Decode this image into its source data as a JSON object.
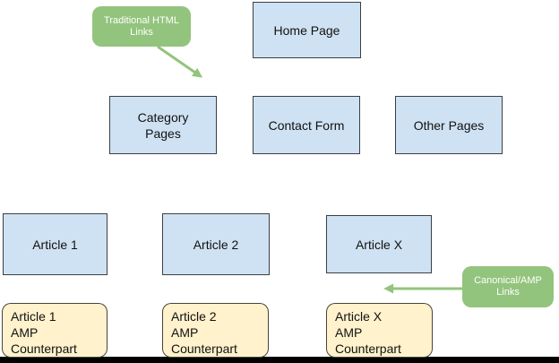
{
  "nodes": {
    "home": {
      "label": "Home Page"
    },
    "category": {
      "lines": [
        "Category",
        "Pages"
      ]
    },
    "contact": {
      "label": "Contact Form"
    },
    "other": {
      "label": "Other Pages"
    },
    "article1": {
      "label": "Article 1"
    },
    "article2": {
      "label": "Article 2"
    },
    "articleX": {
      "label": "Article X"
    },
    "amp1": {
      "lines": [
        "Article 1",
        "AMP",
        "Counterpart"
      ]
    },
    "amp2": {
      "lines": [
        "Article 2",
        "AMP",
        "Counterpart"
      ]
    },
    "ampX": {
      "lines": [
        "Article X",
        "AMP",
        "Counterpart"
      ]
    }
  },
  "annotations": {
    "traditional_html_links": {
      "lines": [
        "Traditional HTML",
        "Links"
      ]
    },
    "canonical_amp_links": {
      "lines": [
        "Canonical/AMP",
        "Links"
      ]
    }
  },
  "colors": {
    "background": "#ffffff",
    "page_box_fill": "#cfe2f3",
    "amp_box_fill": "#fff2cc",
    "box_border": "#000000",
    "annotation_fill": "#93c47d",
    "annotation_text": "#ffffff",
    "arrow": "#93c47d",
    "label_text": "#111111",
    "bottom_bar": "#000000"
  }
}
